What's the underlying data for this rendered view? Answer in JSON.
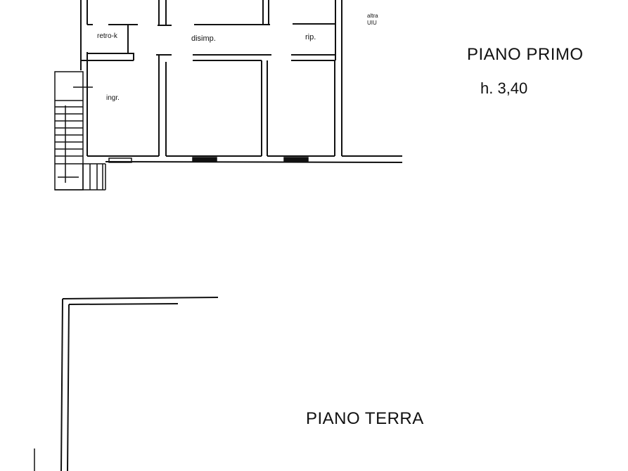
{
  "floors": [
    {
      "name": "PIANO PRIMO",
      "height_label": "h. 3,40",
      "rooms": [
        {
          "label": "retro-k"
        },
        {
          "label": "disimp."
        },
        {
          "label": "rip."
        },
        {
          "label": "ingr."
        }
      ],
      "adjacent_unit": {
        "line1": "altra",
        "line2": "UIU"
      }
    },
    {
      "name": "PIANO TERRA",
      "rooms": []
    }
  ],
  "colors": {
    "line": "#111111",
    "background": "#ffffff"
  }
}
